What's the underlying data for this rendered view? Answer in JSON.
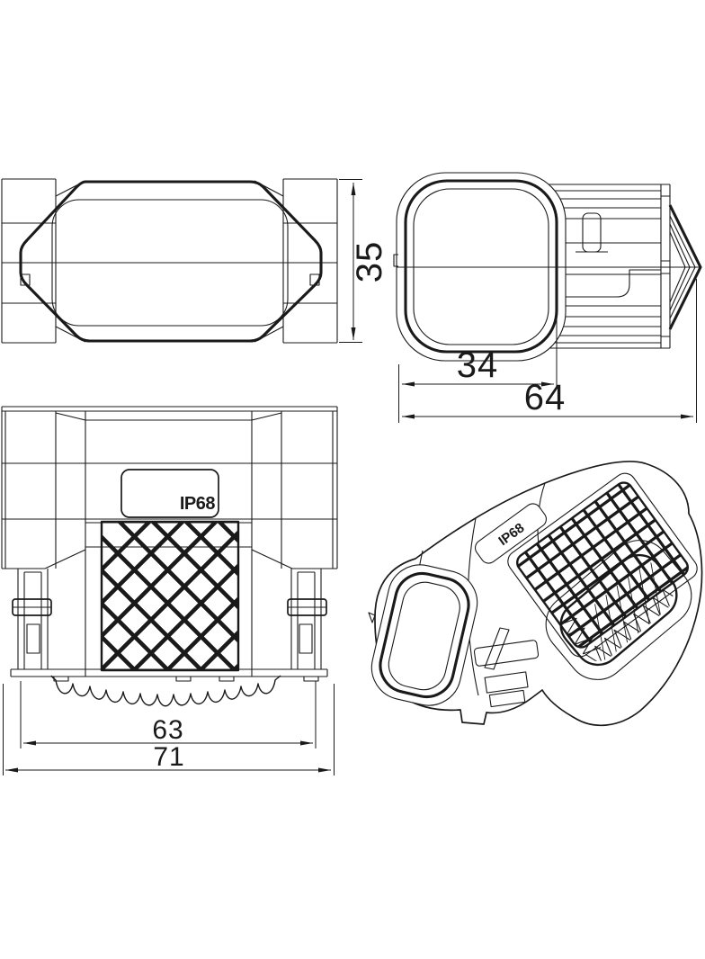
{
  "page": {
    "background": "#ffffff",
    "stroke_color": "#1a1a1a"
  },
  "views": {
    "top": {
      "dim_height": "35"
    },
    "side": {
      "dim_box_length": "34",
      "dim_total_length": "64"
    },
    "front": {
      "label": "IP68",
      "dim_gel_width": "63",
      "dim_total_width": "71"
    },
    "isometric": {
      "label": "IP68"
    }
  }
}
